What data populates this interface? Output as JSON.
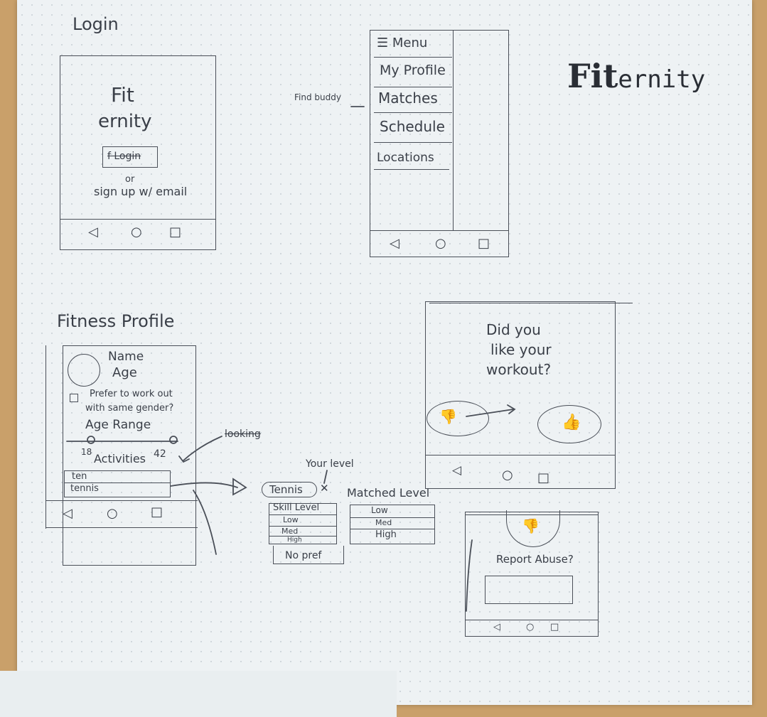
{
  "brand": {
    "fit": "Fit",
    "ernity": "ernity"
  },
  "login": {
    "title": "Login",
    "logo_line1": "Fit",
    "logo_line2": "ernity",
    "login_button": "f Login",
    "or": "or",
    "signup": "sign up w/ email"
  },
  "menu": {
    "header": "Menu",
    "items": [
      "My Profile",
      "Matches",
      "Schedule",
      "Locations"
    ],
    "find_buddy_note": "Find buddy"
  },
  "profile": {
    "title": "Fitness Profile",
    "name": "Name",
    "age": "Age",
    "prefer_line1": "Prefer to work out",
    "prefer_line2": "with same gender?",
    "age_range": "Age Range",
    "range_min": "18",
    "range_max": "42",
    "activities": "Activities",
    "search_value": "ten",
    "suggestion": "tennis",
    "crossed_note": "looking"
  },
  "level": {
    "your_level_note": "Your level",
    "activity": "Tennis",
    "skill_level": "Skill Level",
    "options": [
      "Low",
      "Med",
      "High"
    ],
    "no_pref": "No pref",
    "matched_level": "Matched Level",
    "matched_options": [
      "Low",
      "Med",
      "High"
    ]
  },
  "feedback": {
    "question_line1": "Did you",
    "question_line2": "like your",
    "question_line3": "workout?"
  },
  "report": {
    "title": "Report Abuse?"
  },
  "nav_icons": [
    "back-icon",
    "home-icon",
    "recents-icon"
  ]
}
